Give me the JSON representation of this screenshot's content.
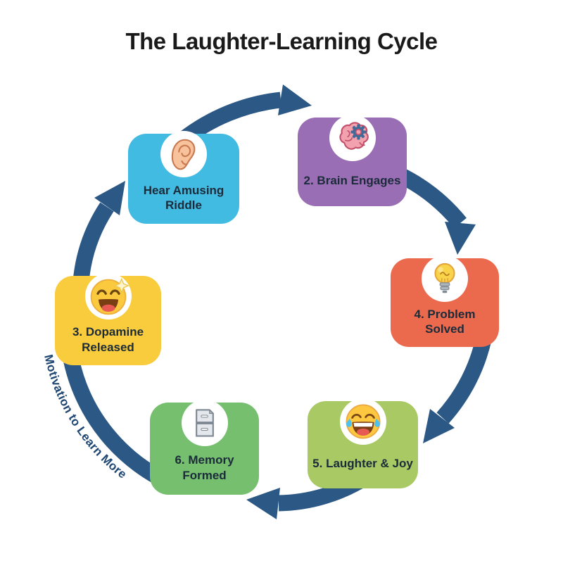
{
  "title": "The Laughter-Learning Cycle",
  "cycle_label": "Motivation to Learn More",
  "steps": [
    {
      "id": "hear-riddle",
      "label": "Hear Amusing Riddle",
      "icon": "ear-icon",
      "color": "#42BBE3"
    },
    {
      "id": "brain-engages",
      "label": "2. Brain Engages",
      "icon": "brain-gear-icon",
      "color": "#9A6EB4"
    },
    {
      "id": "problem-solved",
      "label": "4. Problem Solved",
      "icon": "lightbulb-icon",
      "color": "#EB6A4D"
    },
    {
      "id": "laughter-joy",
      "label": "5. Laughter & Joy",
      "icon": "laughing-emoji-icon",
      "color": "#A8C963"
    },
    {
      "id": "memory-formed",
      "label": "6. Memory Formed",
      "icon": "filing-cabinet-icon",
      "color": "#76BF6F"
    },
    {
      "id": "dopamine-released",
      "label": "3. Dopamine Released",
      "icon": "happy-emoji-icon",
      "color": "#F9CC3D"
    }
  ],
  "colors": {
    "arrow": "#2C5885",
    "title_text": "#1A1A1A",
    "label_text": "#1B2B3A",
    "cycle_label_text": "#1E4672"
  }
}
